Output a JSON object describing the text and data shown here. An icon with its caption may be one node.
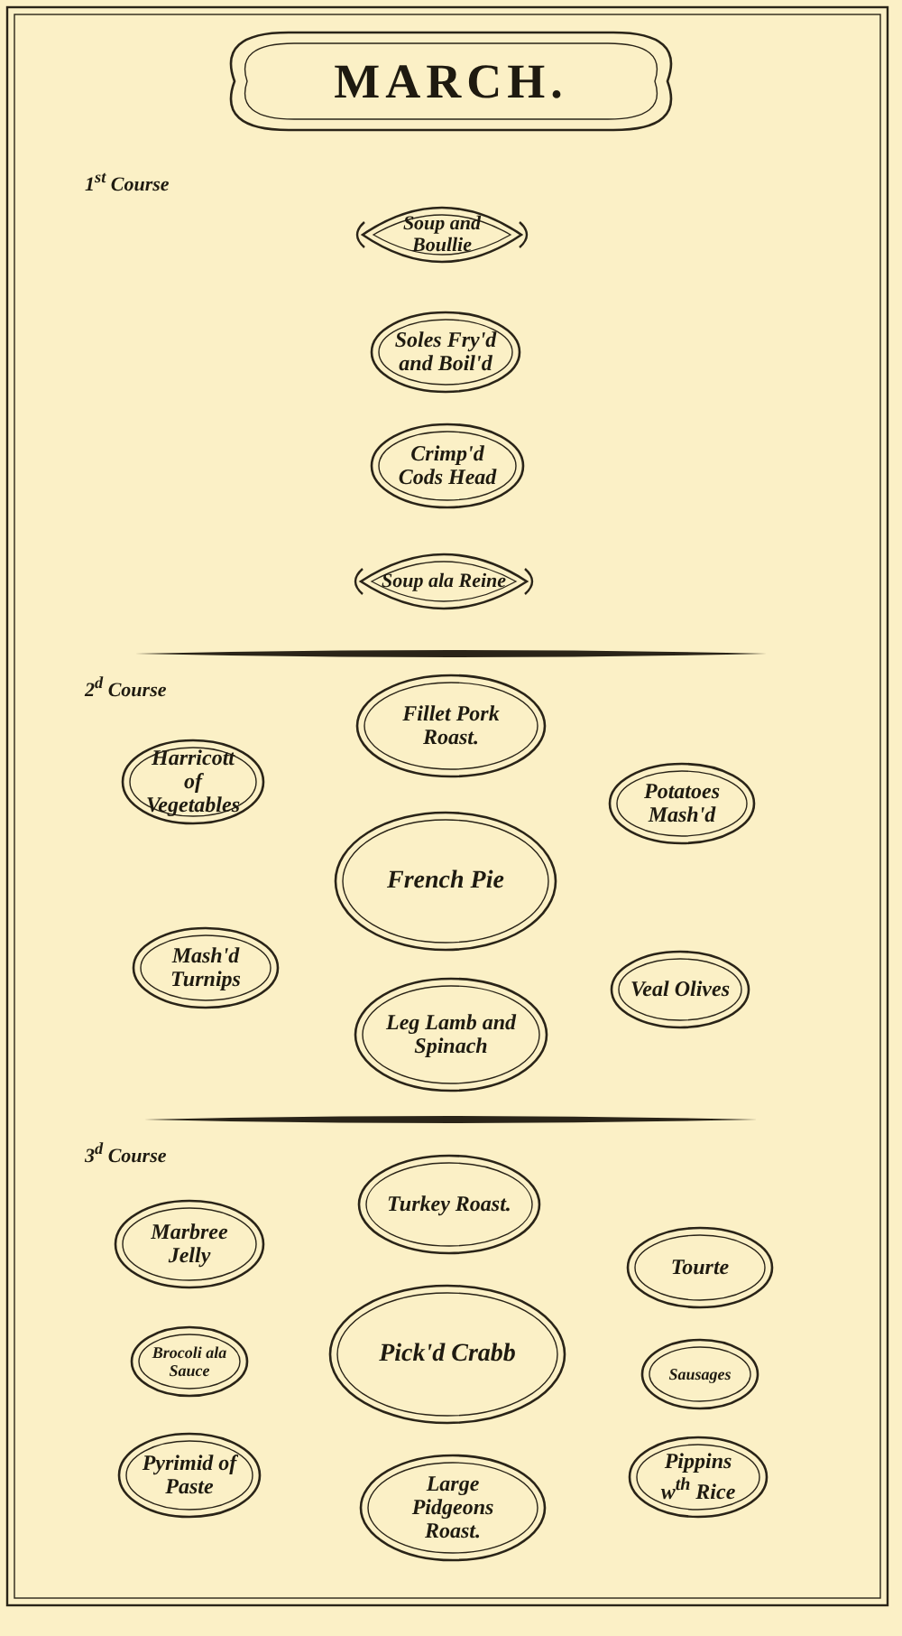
{
  "diagram": {
    "title": "MARCH.",
    "nodes": [
      {
        "text": [
          "Soup and Boullie"
        ]
      },
      {
        "text": [
          "Soles Fry'd and Boil'd"
        ]
      },
      {
        "text": [
          "Crimp'd Cods Head"
        ]
      },
      {
        "text": [
          "Soup ala Reine"
        ]
      },
      {
        "text": [
          "Fillet Pork Roast."
        ]
      },
      {
        "text": [
          "Harricott of Vegetables"
        ]
      },
      {
        "text": [
          "Potatoes Mash'd"
        ]
      },
      {
        "text": [
          "French Pie"
        ]
      },
      {
        "text": [
          "Mash'd Turnips"
        ]
      },
      {
        "text": [
          "Veal Olives"
        ]
      },
      {
        "text": [
          "Leg Lamb and Spinach"
        ]
      },
      {
        "text": [
          "Turkey Roast."
        ]
      },
      {
        "text": [
          "Marbree Jelly"
        ]
      },
      {
        "text": [
          "Tourte"
        ]
      },
      {
        "text": [
          "Brocoli ala Sauce"
        ]
      },
      {
        "text": [
          "Pick'd Crabb"
        ]
      },
      {
        "text": [
          "Sausages"
        ]
      },
      {
        "text": [
          "Pyrimid of Paste"
        ]
      },
      {
        "text": [
          "Large Pidgeons Roast."
        ]
      },
      {
        "text": [
          "Pippins w$^{th}$ Rice"
        ]
      }
    ],
    "edges": [],
    "labels": [
      "1$^{st}$ Course",
      "2$^{d}$ Course",
      "3$^{d}$ Course"
    ]
  }
}
